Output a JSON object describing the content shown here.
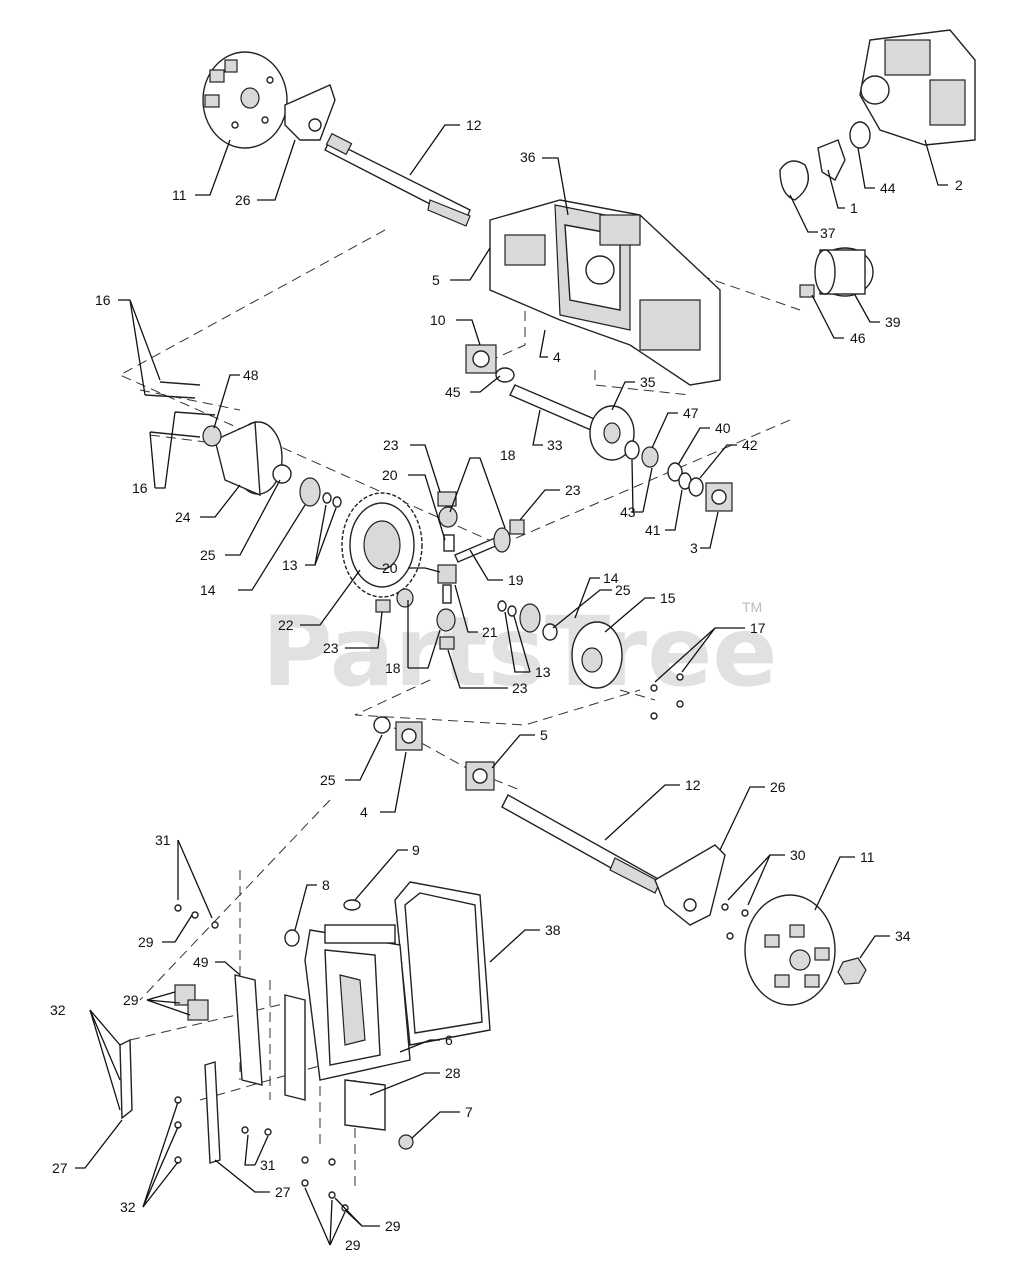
{
  "watermark": {
    "text": "PartsTree",
    "tm": "TM"
  },
  "callouts": [
    {
      "id": "c1",
      "text": "1"
    },
    {
      "id": "c2",
      "text": "2"
    },
    {
      "id": "c3",
      "text": "3"
    },
    {
      "id": "c4a",
      "text": "4"
    },
    {
      "id": "c4b",
      "text": "4"
    },
    {
      "id": "c5a",
      "text": "5"
    },
    {
      "id": "c5b",
      "text": "5"
    },
    {
      "id": "c6",
      "text": "6"
    },
    {
      "id": "c7",
      "text": "7"
    },
    {
      "id": "c8",
      "text": "8"
    },
    {
      "id": "c9",
      "text": "9"
    },
    {
      "id": "c10",
      "text": "10"
    },
    {
      "id": "c11a",
      "text": "11"
    },
    {
      "id": "c11b",
      "text": "11"
    },
    {
      "id": "c12a",
      "text": "12"
    },
    {
      "id": "c12b",
      "text": "12"
    },
    {
      "id": "c13a",
      "text": "13"
    },
    {
      "id": "c13b",
      "text": "13"
    },
    {
      "id": "c14a",
      "text": "14"
    },
    {
      "id": "c14b",
      "text": "14"
    },
    {
      "id": "c15",
      "text": "15"
    },
    {
      "id": "c16a",
      "text": "16"
    },
    {
      "id": "c16b",
      "text": "16"
    },
    {
      "id": "c17",
      "text": "17"
    },
    {
      "id": "c18a",
      "text": "18"
    },
    {
      "id": "c18b",
      "text": "18"
    },
    {
      "id": "c19",
      "text": "19"
    },
    {
      "id": "c20a",
      "text": "20"
    },
    {
      "id": "c20b",
      "text": "20"
    },
    {
      "id": "c21",
      "text": "21"
    },
    {
      "id": "c22",
      "text": "22"
    },
    {
      "id": "c23a",
      "text": "23"
    },
    {
      "id": "c23b",
      "text": "23"
    },
    {
      "id": "c23c",
      "text": "23"
    },
    {
      "id": "c23d",
      "text": "23"
    },
    {
      "id": "c24",
      "text": "24"
    },
    {
      "id": "c25a",
      "text": "25"
    },
    {
      "id": "c25b",
      "text": "25"
    },
    {
      "id": "c25c",
      "text": "25"
    },
    {
      "id": "c26a",
      "text": "26"
    },
    {
      "id": "c26b",
      "text": "26"
    },
    {
      "id": "c27a",
      "text": "27"
    },
    {
      "id": "c27b",
      "text": "27"
    },
    {
      "id": "c28",
      "text": "28"
    },
    {
      "id": "c29a",
      "text": "29"
    },
    {
      "id": "c29b",
      "text": "29"
    },
    {
      "id": "c29c",
      "text": "29"
    },
    {
      "id": "c29d",
      "text": "29"
    },
    {
      "id": "c30",
      "text": "30"
    },
    {
      "id": "c31a",
      "text": "31"
    },
    {
      "id": "c31b",
      "text": "31"
    },
    {
      "id": "c32a",
      "text": "32"
    },
    {
      "id": "c32b",
      "text": "32"
    },
    {
      "id": "c33",
      "text": "33"
    },
    {
      "id": "c34",
      "text": "34"
    },
    {
      "id": "c35",
      "text": "35"
    },
    {
      "id": "c36",
      "text": "36"
    },
    {
      "id": "c37",
      "text": "37"
    },
    {
      "id": "c38",
      "text": "38"
    },
    {
      "id": "c39",
      "text": "39"
    },
    {
      "id": "c40",
      "text": "40"
    },
    {
      "id": "c41",
      "text": "41"
    },
    {
      "id": "c42",
      "text": "42"
    },
    {
      "id": "c43",
      "text": "43"
    },
    {
      "id": "c44",
      "text": "44"
    },
    {
      "id": "c45",
      "text": "45"
    },
    {
      "id": "c46",
      "text": "46"
    },
    {
      "id": "c47",
      "text": "47"
    },
    {
      "id": "c48",
      "text": "48"
    },
    {
      "id": "c49",
      "text": "49"
    }
  ]
}
